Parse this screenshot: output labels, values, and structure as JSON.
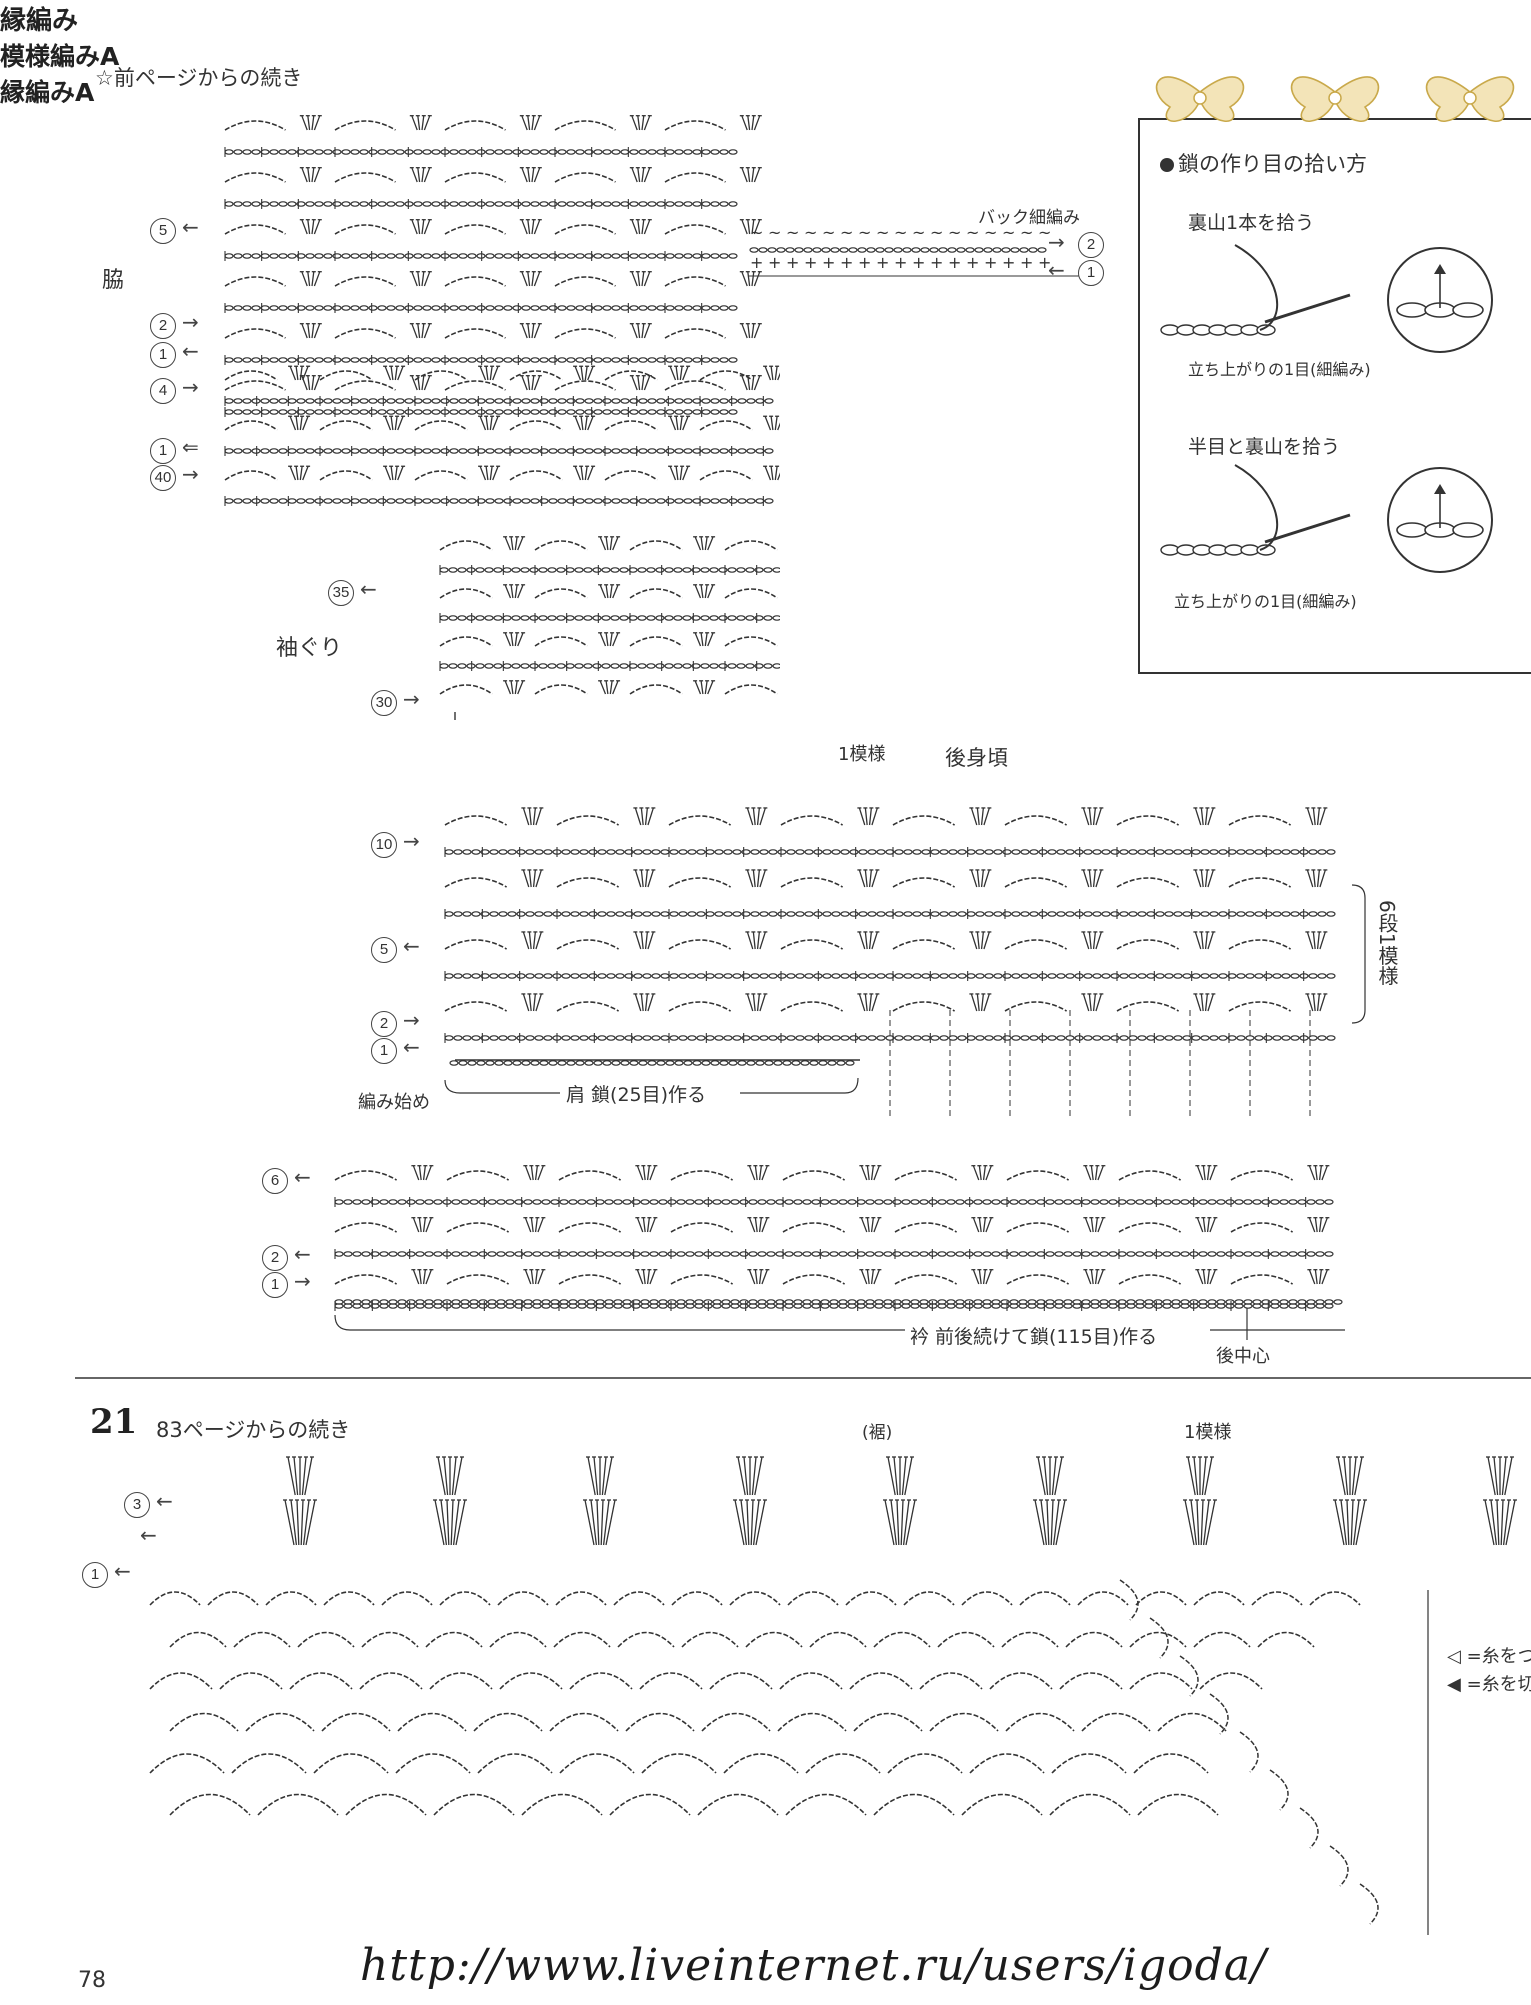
{
  "top": {
    "continuation_note": "☆前ページからの続き",
    "side_label": "脇",
    "armhole_label": "袖ぐり",
    "left_row_markers": [
      "5",
      "2",
      "1",
      "4",
      "1",
      "40",
      "35",
      "30"
    ]
  },
  "edging": {
    "title": "縁編み",
    "back_single_crochet": "バック細編み",
    "row_markers": [
      "2",
      "1"
    ]
  },
  "inset": {
    "title": "鎖の作り目の拾い方",
    "method1_title": "裏山1本を拾う",
    "method1_caption": "立ち上がりの1目(細編み)",
    "method2_title": "半目と裏山を拾う",
    "method2_caption": "立ち上がりの1目(細編み)"
  },
  "back_body": {
    "one_repeat": "1模様",
    "name": "後身頃",
    "pattern_title": "模様編みA",
    "row_markers": [
      "10",
      "5",
      "2",
      "1"
    ],
    "six_rows_one_repeat": "6段1模様",
    "start_label": "編み始め",
    "shoulder_chain": "肩 鎖(25目)作る"
  },
  "collar": {
    "row_markers": [
      "6",
      "2",
      "1"
    ],
    "collar_chain": "衿 前後続けて鎖(115目)作る",
    "back_center": "後中心"
  },
  "section21": {
    "number": "21",
    "continuation_note": "83ページからの続き",
    "edging_title": "縁編みA",
    "hem": "(裾)",
    "one_repeat": "1模様",
    "row_markers": [
      "3",
      "1"
    ],
    "legend_join": "=糸をつ",
    "legend_cut": "=糸を切"
  },
  "page_number": "78",
  "watermark_url": "http://www.liveinternet.ru/users/igoda/",
  "colors": {
    "ink": "#333333",
    "background": "#ffffff",
    "gold": "#c9a94b"
  }
}
